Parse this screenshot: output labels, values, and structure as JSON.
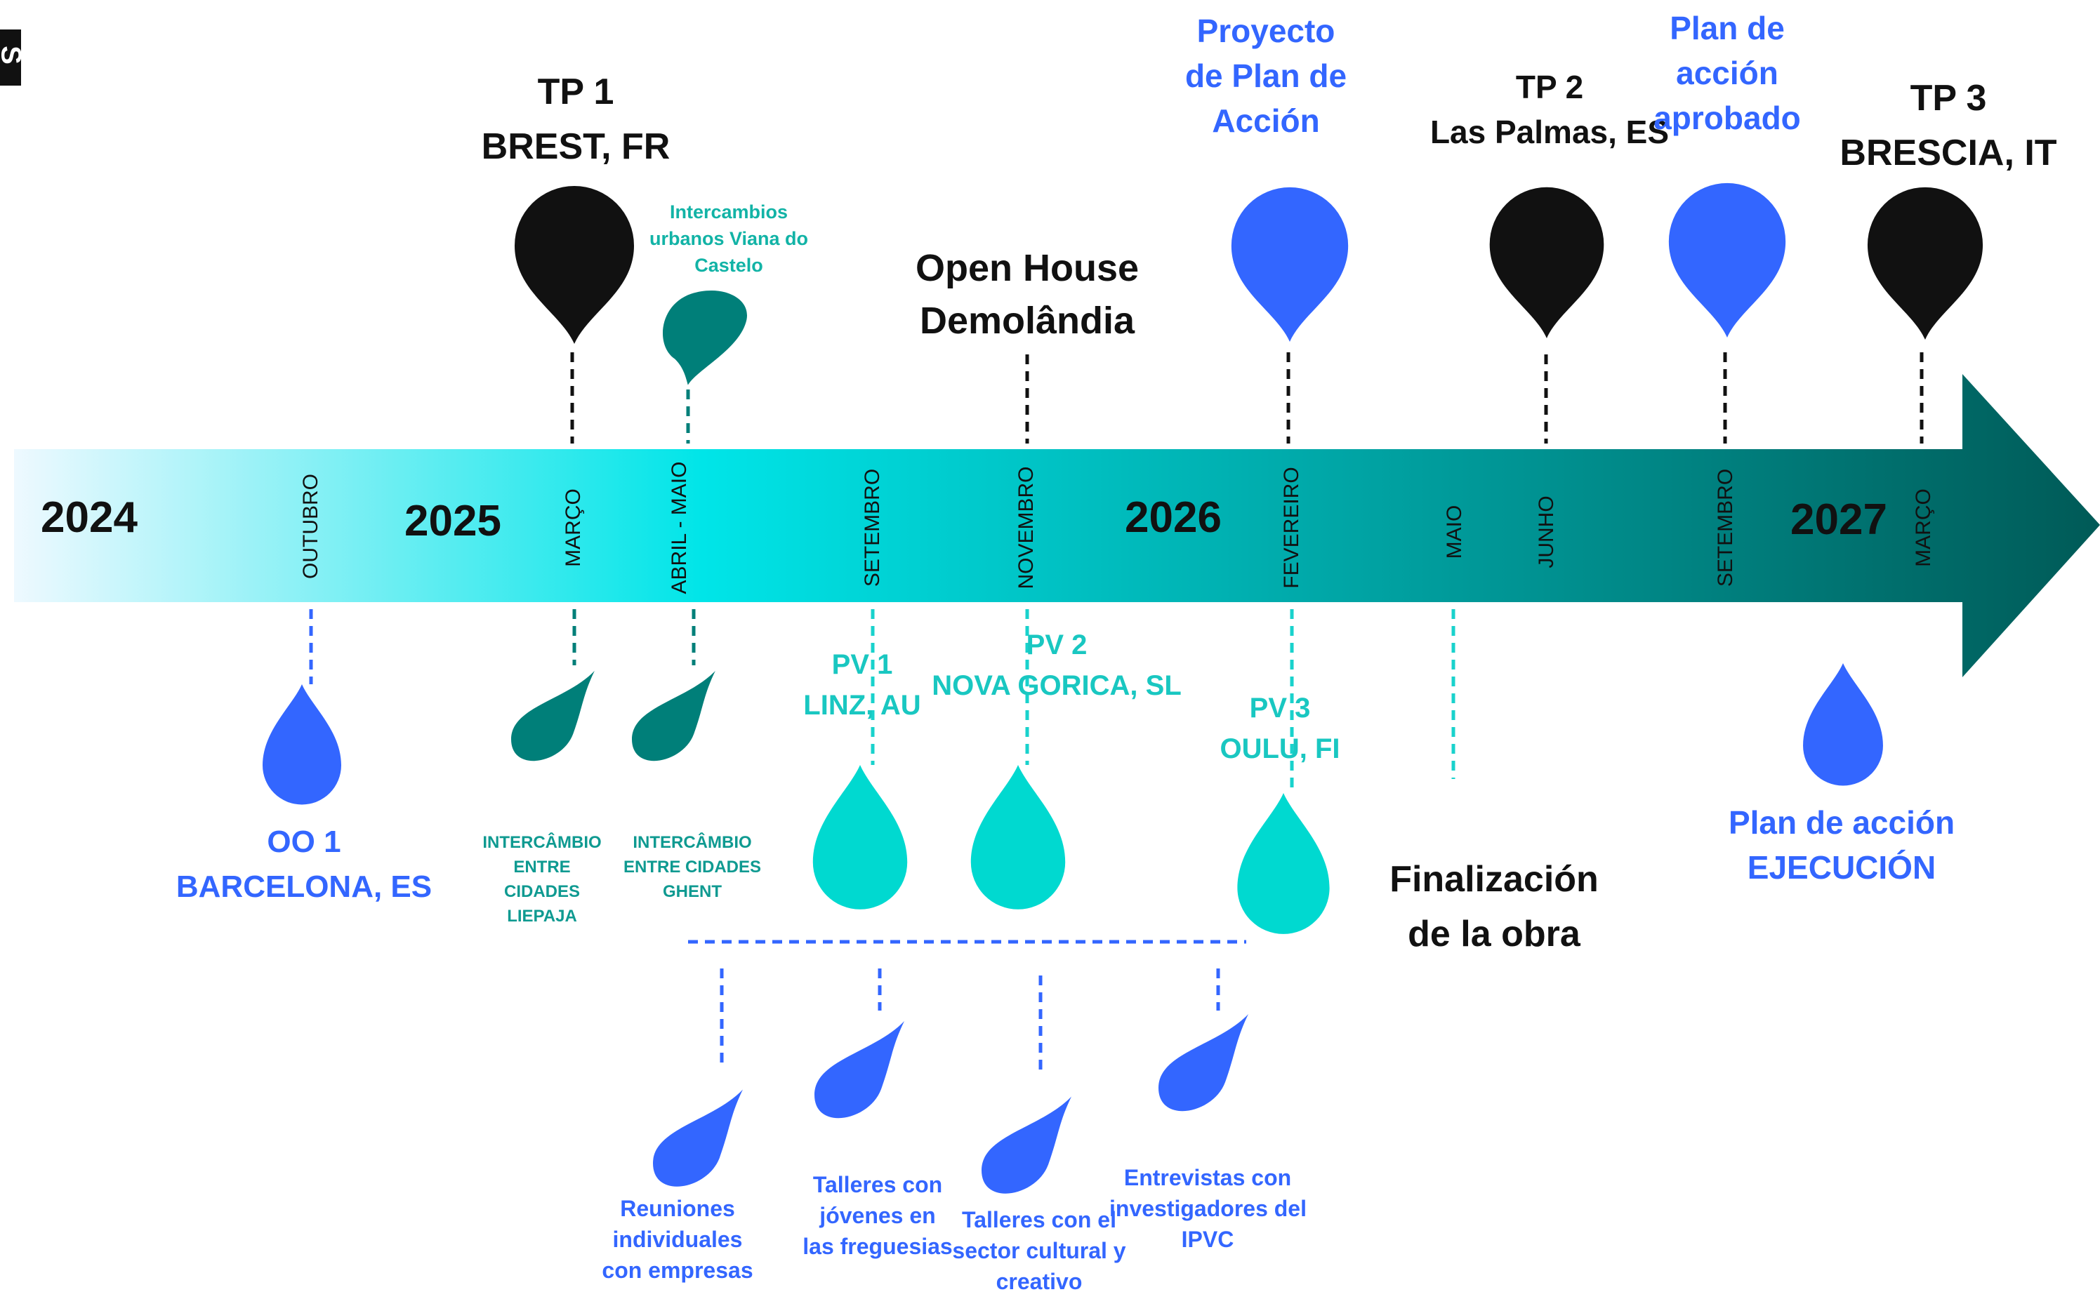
{
  "colors": {
    "black": "#111111",
    "blue": "#3366ff",
    "dark_teal": "#007f79",
    "cyan": "#00d9d0",
    "arrow_start": "#eef9ff",
    "arrow_mid": "#00e5e8",
    "arrow_end": "#005a57"
  },
  "timeline": {
    "years": [
      "2024",
      "2025",
      "2026",
      "2027"
    ],
    "months": [
      "OUTUBRO",
      "MARÇO",
      "ABRIL - MAIO",
      "SETEMBRO",
      "NOVEMBRO",
      "FEVEREIRO",
      "MAIO",
      "JUNHO",
      "SETEMBRO",
      "MARÇO"
    ]
  },
  "above": {
    "tp1": [
      "TP 1",
      "BREST, FR"
    ],
    "intercambios_viana": [
      "Intercambios",
      "urbanos Viana do",
      "Castelo"
    ],
    "open_house": [
      "Open House",
      "Demolândia"
    ],
    "proyecto_plan": [
      "Proyecto",
      "de Plan de",
      "Acción"
    ],
    "tp2": [
      "TP 2",
      "Las Palmas, ES"
    ],
    "plan_aprobado": [
      "Plan de",
      "acción",
      "aprobado"
    ],
    "tp3": [
      "TP 3",
      "BRESCIA, IT"
    ]
  },
  "below": {
    "oo1": [
      "OO 1",
      "BARCELONA, ES"
    ],
    "liepaja": [
      "INTERCÂMBIO",
      "ENTRE",
      "CIDADES",
      "LIEPAJA"
    ],
    "ghent": [
      "INTERCÂMBIO",
      "ENTRE CIDADES",
      "GHENT"
    ],
    "pv1": [
      "PV 1",
      "LINZ, AU"
    ],
    "pv2": [
      "PV 2",
      "NOVA GORICA, SL"
    ],
    "pv3": [
      "PV 3",
      "OULU, FI"
    ],
    "finalizacion": [
      "Finalización",
      "de la obra"
    ],
    "ejecucion": [
      "Plan de acción",
      "EJECUCIÓN"
    ]
  },
  "sub_activities": {
    "reuniones": [
      "Reuniones",
      "individuales",
      "con empresas"
    ],
    "talleres_jovenes": [
      "Talleres con",
      "jóvenes en",
      "las freguesias"
    ],
    "talleres_cultural": [
      "Talleres con el",
      "sector cultural y",
      "creativo"
    ],
    "entrevistas": [
      "Entrevistas con",
      "investigadores del",
      "IPVC"
    ]
  },
  "corner_glyph": "S"
}
